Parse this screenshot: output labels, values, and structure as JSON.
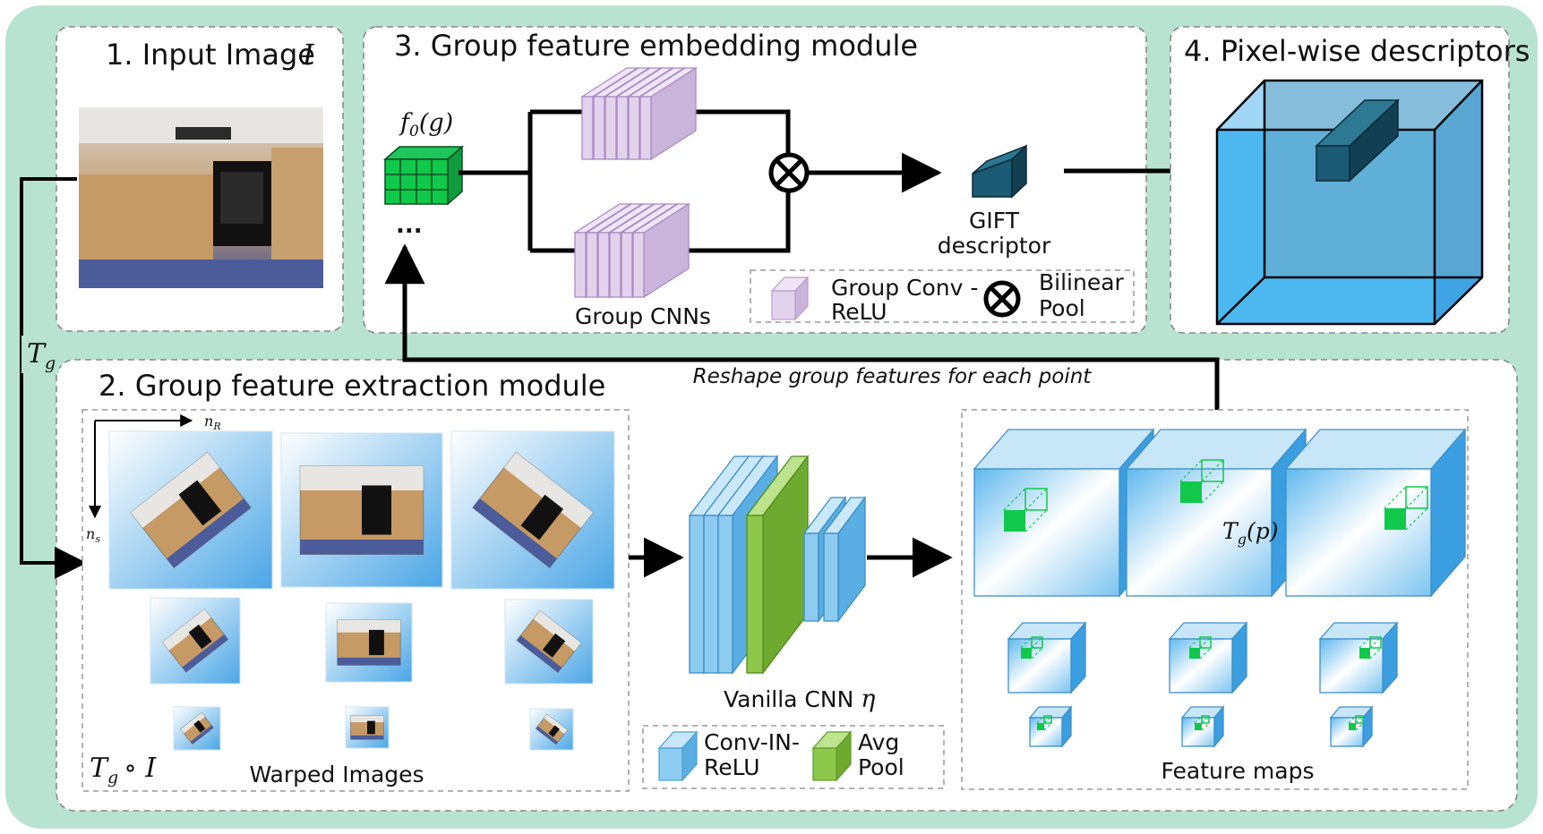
{
  "panels": {
    "input": {
      "title": "1. Input Image",
      "title_var": "I"
    },
    "extraction": {
      "title": "2. Group feature extraction module"
    },
    "embedding": {
      "title": "3. Group feature embedding module"
    },
    "descriptors": {
      "title": "4. Pixel-wise descriptors"
    }
  },
  "math": {
    "tg": "T",
    "tg_sub": "g",
    "f0": "f",
    "f0_sub": "0",
    "f0_arg": "(g)",
    "ns": "n",
    "ns_sub": "s",
    "nr": "n",
    "nr_sub": "R",
    "tgi_sub": "g",
    "tgi_rest": "∘ I",
    "tgp": "T",
    "tgp_sub": "g",
    "tgp_arg": "(p)",
    "eta": "η"
  },
  "labels": {
    "ellipsis": "...",
    "group_cnns": "Group CNNs",
    "gift_line1": "GIFT",
    "gift_line2": "descriptor",
    "reshape": "Reshape group features for each point",
    "warped_images": "Warped Images",
    "vanilla_cnn": "Vanilla CNN",
    "feature_maps": "Feature maps"
  },
  "legend_embedding": {
    "group_conv_line1": "Group Conv -",
    "group_conv_line2": "ReLU",
    "bilinear_line1": "Bilinear",
    "bilinear_line2": "Pool"
  },
  "legend_extraction": {
    "conv_line1": "Conv-IN-",
    "conv_line2": "ReLU",
    "avg_line1": "Avg",
    "avg_line2": "Pool"
  },
  "colors": {
    "background_panel": "#b9e3d1",
    "group_conv": "#e3d2ec",
    "conv_in_relu": "#8ecbf0",
    "avg_pool": "#8dc84a",
    "gift_descriptor": "#1b5a74",
    "feature_block": "#10c84a",
    "descriptor_cube": "#3ab0ee"
  }
}
